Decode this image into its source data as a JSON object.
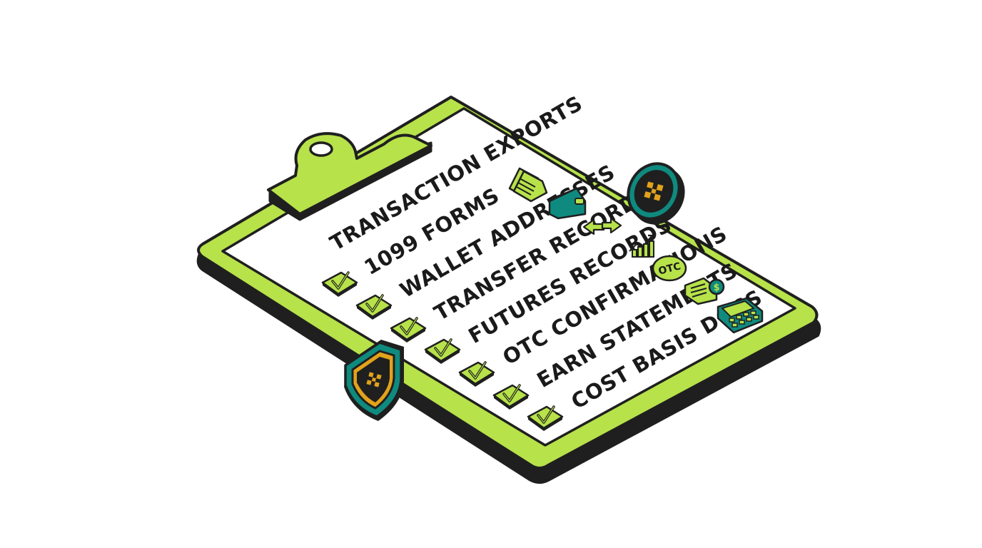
{
  "checklist": {
    "items": [
      {
        "label": "TRANSACTION EXPORTS",
        "checked": false
      },
      {
        "label": "1099 FORMS",
        "checked": true
      },
      {
        "label": "WALLET ADDRESSES",
        "checked": true
      },
      {
        "label": "TRANSFER RECORDS",
        "checked": true
      },
      {
        "label": "FUTURES RECORDS",
        "checked": true
      },
      {
        "label": "OTC CONFIRMATIONS",
        "checked": true
      },
      {
        "label": "EARN STATEMENTS",
        "checked": true
      },
      {
        "label": "COST BASIS DOCS",
        "checked": true
      }
    ]
  },
  "icons": {
    "documents": "documents-icon",
    "wallet": "wallet-icon",
    "transfer": "transfer-arrows-icon",
    "growth": "growth-chart-icon",
    "otc_badge_text": "OTC",
    "invoice": "invoice-dollar-icon",
    "calculator": "calculator-icon",
    "coin": "exchange-coin-icon",
    "shield": "shield-logo-icon"
  },
  "colors": {
    "lime": "#b7e24a",
    "dark": "#1f1f1f",
    "teal": "#0f8a7f",
    "gold": "#e2a21b",
    "paper": "#ffffff"
  }
}
